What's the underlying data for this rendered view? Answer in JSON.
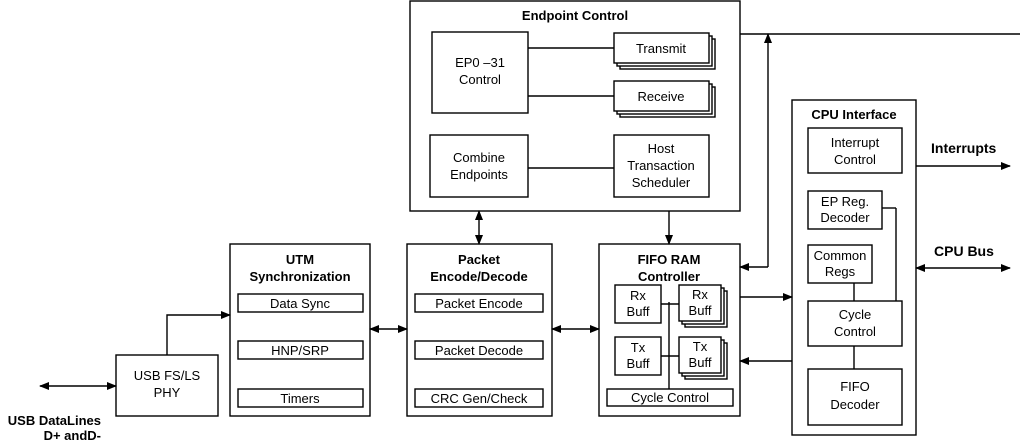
{
  "diagram": {
    "endpoint_control": {
      "title": "Endpoint Control",
      "ep_line1": "EP0 –31",
      "ep_line2": "Control",
      "transmit": "Transmit",
      "receive": "Receive",
      "combine_line1": "Combine",
      "combine_line2": "Endpoints",
      "host_line1": "Host",
      "host_line2": "Transaction",
      "host_line3": "Scheduler"
    },
    "utm": {
      "title_line1": "UTM",
      "title_line2": "Synchronization",
      "data_sync": "Data Sync",
      "hnp_srp": "HNP/SRP",
      "timers": "Timers"
    },
    "packet": {
      "title_line1": "Packet",
      "title_line2": "Encode/Decode",
      "encode": "Packet Encode",
      "decode": "Packet Decode",
      "crc": "CRC Gen/Check"
    },
    "fifo_ram": {
      "title_line1": "FIFO RAM",
      "title_line2": "Controller",
      "rx_line1": "Rx",
      "tx_line1": "Tx",
      "buff": "Buff",
      "cycle_control": "Cycle Control"
    },
    "cpu": {
      "title": "CPU Interface",
      "interrupt_line1": "Interrupt",
      "interrupt_line2": "Control",
      "ep_reg_line1": "EP Reg.",
      "ep_reg_line2": "Decoder",
      "common_line1": "Common",
      "common_line2": "Regs",
      "cycle_line1": "Cycle",
      "cycle_line2": "Control",
      "fifo_line1": "FIFO",
      "fifo_line2": "Decoder"
    },
    "phy": {
      "line1": "USB FS/LS",
      "line2": "PHY"
    },
    "external": {
      "interrupts": "Interrupts",
      "cpu_bus": "CPU Bus",
      "usb_line1": "USB DataLines",
      "usb_line2": "D+ andD-"
    }
  }
}
